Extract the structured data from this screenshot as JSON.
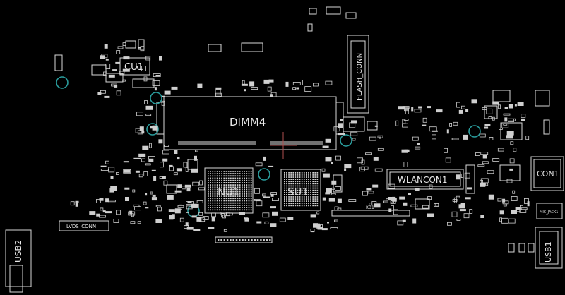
{
  "labels": {
    "cu1": "CU1",
    "flash_conn": "FLASH_CONN",
    "dimm4": "DIMM4",
    "wlancon1": "WLANCON1",
    "con1": "CON1",
    "nu1": "NU1",
    "su1": "SU1",
    "lvds_conn": "LVDS_CONN",
    "usb2": "USB2",
    "usb1": "USB1",
    "kb1": "KB1",
    "mic_jack1": "MIC_JACK1"
  },
  "colors": {
    "background": "#000000",
    "outline": "#d8d8d8",
    "test_point_ring": "#2a9d9d",
    "cursor_cross": "#b05050"
  }
}
